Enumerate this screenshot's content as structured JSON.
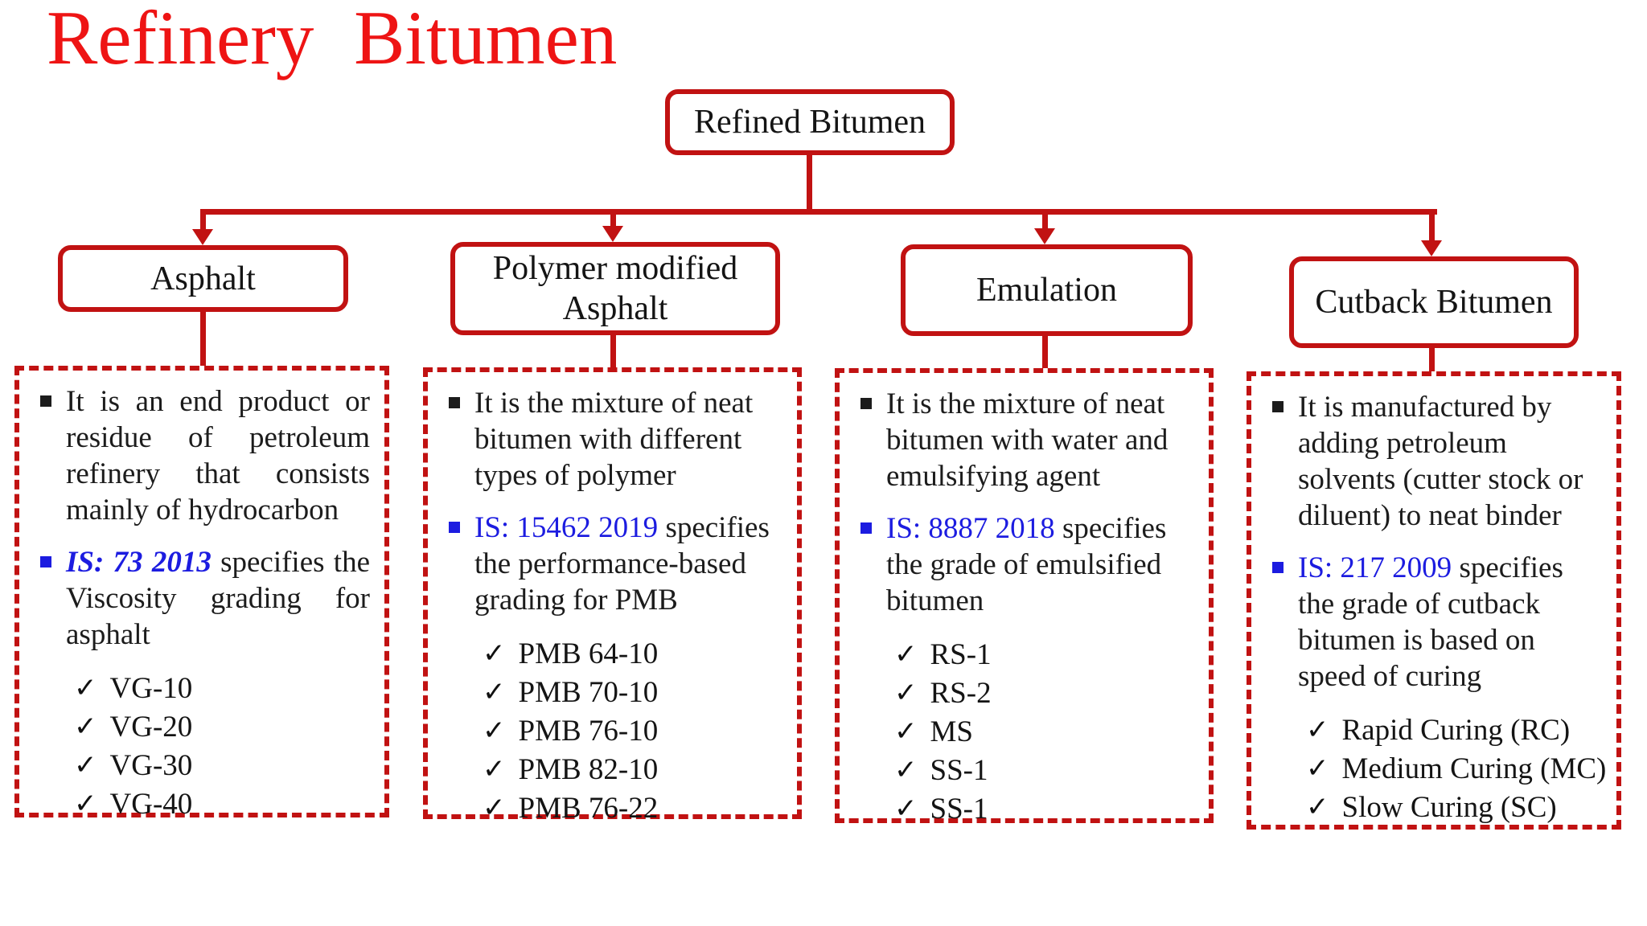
{
  "title": "Refinery Bitumen",
  "colors": {
    "title_red": "#ee1414",
    "line_red": "#c11212",
    "reference_blue": "#1c1ce0",
    "text_black": "#1c1c1c"
  },
  "root": {
    "label": "Refined Bitumen"
  },
  "branches": [
    {
      "node_label": "Asphalt",
      "panel": {
        "bullets": [
          {
            "marker": "black",
            "lines": [
              {
                "text": "It is an end product or",
                "stretch": true
              },
              {
                "text": "residue of petroleum",
                "stretch": true
              },
              {
                "text": "refinery that consists",
                "stretch": true
              },
              {
                "text": "mainly of hydrocarbon",
                "stretch": false
              }
            ]
          },
          {
            "marker": "blue",
            "lines": [
              {
                "blue": "IS: 73 2013",
                "blue_style": "bold-italic",
                "text": " specifies the",
                "stretch": true
              },
              {
                "text": "Viscosity grading for",
                "stretch": true
              },
              {
                "text": "asphalt",
                "stretch": false
              }
            ]
          }
        ],
        "checks": [
          "VG-10",
          "VG-20",
          "VG-30",
          "VG-40"
        ]
      }
    },
    {
      "node_label": "Polymer modified\nAsphalt",
      "panel": {
        "bullets": [
          {
            "marker": "black",
            "lines": [
              {
                "text": "It is the mixture of neat",
                "stretch": false
              },
              {
                "text": "bitumen with different",
                "stretch": false
              },
              {
                "text": "types of polymer",
                "stretch": false
              }
            ]
          },
          {
            "marker": "blue",
            "lines": [
              {
                "blue": "IS: 15462 2019",
                "blue_style": "plain",
                "text": " specifies",
                "stretch": false
              },
              {
                "text": "the performance-based",
                "stretch": false
              },
              {
                "text": "grading for PMB",
                "stretch": false
              }
            ]
          }
        ],
        "checks": [
          "PMB 64-10",
          "PMB 70-10",
          "PMB 76-10",
          "PMB 82-10",
          "PMB 76-22"
        ]
      }
    },
    {
      "node_label": "Emulation",
      "panel": {
        "bullets": [
          {
            "marker": "black",
            "lines": [
              {
                "text": "It is the mixture of neat",
                "stretch": false
              },
              {
                "text": "bitumen with water and",
                "stretch": false
              },
              {
                "text": "emulsifying agent",
                "stretch": false
              }
            ]
          },
          {
            "marker": "blue",
            "lines": [
              {
                "blue": "IS: 8887 2018",
                "blue_style": "plain",
                "text": " specifies",
                "stretch": false
              },
              {
                "text": "the grade of emulsified",
                "stretch": false
              },
              {
                "text": "bitumen",
                "stretch": false
              }
            ]
          }
        ],
        "checks": [
          "RS-1",
          "RS-2",
          "MS",
          "SS-1",
          "SS-1"
        ]
      }
    },
    {
      "node_label": "Cutback Bitumen",
      "panel": {
        "bullets": [
          {
            "marker": "black",
            "lines": [
              {
                "text": "It is manufactured by",
                "stretch": false
              },
              {
                "text": "adding petroleum",
                "stretch": false
              },
              {
                "text": "solvents (cutter stock or",
                "stretch": false
              },
              {
                "text": "diluent) to neat binder",
                "stretch": false
              }
            ]
          },
          {
            "marker": "blue",
            "lines": [
              {
                "blue": "IS: 217 2009",
                "blue_style": "plain",
                "text": " specifies",
                "stretch": false
              },
              {
                "text": "the grade of cutback",
                "stretch": false
              },
              {
                "text": "bitumen is based on",
                "stretch": false
              },
              {
                "text": "speed of curing",
                "stretch": false
              }
            ]
          }
        ],
        "checks": [
          "Rapid Curing (RC)",
          "Medium Curing (MC)",
          "Slow Curing (SC)"
        ]
      }
    }
  ]
}
